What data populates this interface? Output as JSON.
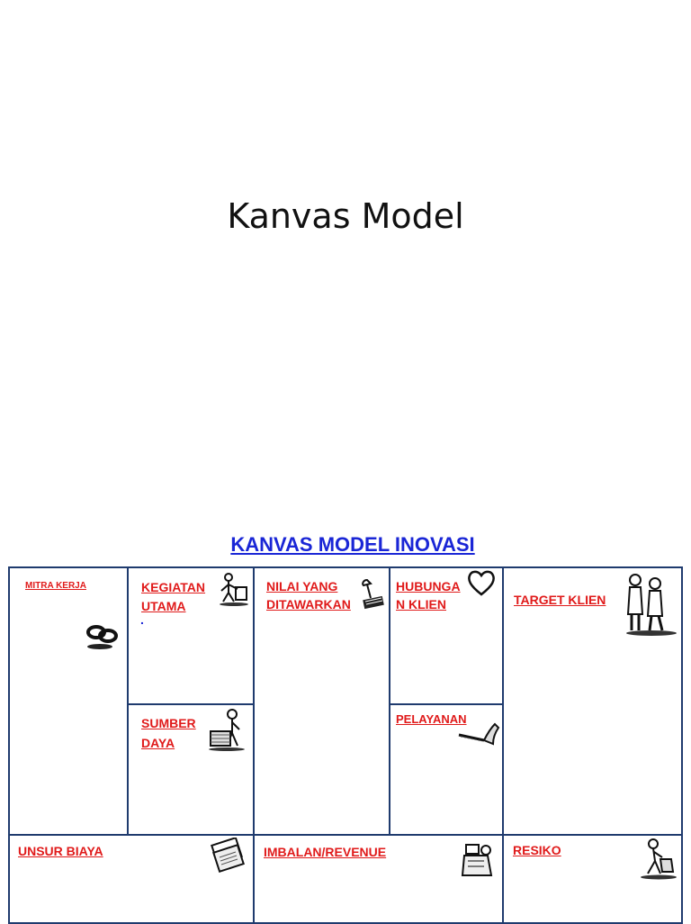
{
  "slide": {
    "title": "Kanvas Model"
  },
  "canvas": {
    "heading": "KANVAS MODEL INOVASI",
    "blocks": {
      "mitra_kerja": "MITRA KERJA",
      "kegiatan_utama_1": "KEGIATAN",
      "kegiatan_utama_2": "UTAMA",
      "kegiatan_note": ".",
      "sumber_daya_1": "SUMBER",
      "sumber_daya_2": "DAYA",
      "nilai_1": "NILAI YANG",
      "nilai_2": "DITAWARKAN",
      "hubungan_1": "HUBUNGA",
      "hubungan_2": "N KLIEN",
      "pelayanan": "PELAYANAN",
      "target_klien": "TARGET KLIEN",
      "unsur_biaya": "UNSUR BIAYA",
      "imbalan": "IMBALAN/REVENUE",
      "resiko": "RESIKO"
    },
    "icons": [
      "chain-links-icon",
      "person-working-icon",
      "person-carrying-box-icon",
      "desk-lamp-icon",
      "heart-icon",
      "telephone-icon",
      "two-people-icon",
      "papers-icon",
      "cash-register-icon",
      "person-lifting-icon"
    ]
  },
  "colors": {
    "label": "#e01a1a",
    "heading": "#1a26d6",
    "border": "#1f3b6e"
  }
}
